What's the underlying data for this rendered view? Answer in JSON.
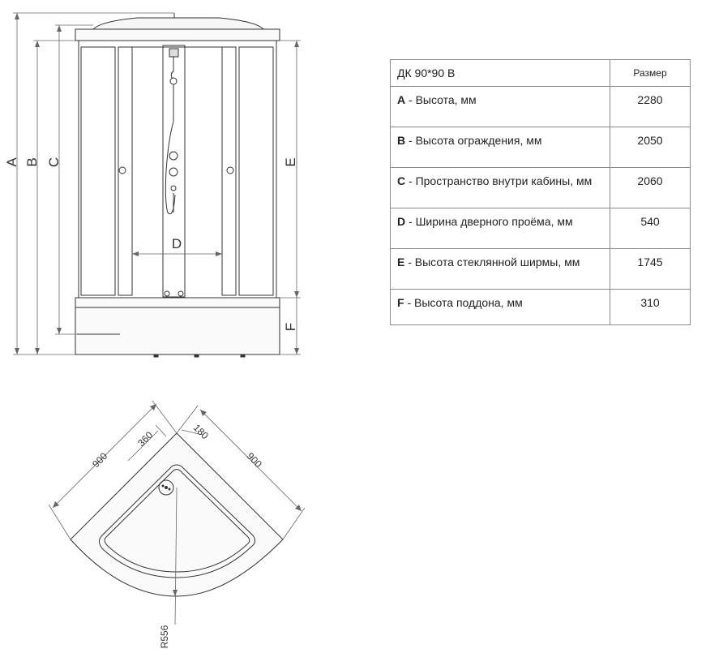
{
  "table": {
    "title": "ДК 90*90 В",
    "size_header": "Размер",
    "rows": [
      {
        "key": "A",
        "label": " - Высота, мм",
        "value": "2280"
      },
      {
        "key": "B",
        "label": " - Высота ограждения, мм",
        "value": "2050"
      },
      {
        "key": "C",
        "label": " - Пространство внутри кабины, мм",
        "value": "2060"
      },
      {
        "key": "D",
        "label": " - Ширина дверного проёма, мм",
        "value": "540"
      },
      {
        "key": "E",
        "label": " - Высота стеклянной ширмы, мм",
        "value": "1745"
      },
      {
        "key": "F",
        "label": " - Высота поддона, мм",
        "value": "310"
      }
    ]
  },
  "front_view": {
    "dim_labels": {
      "a": "A",
      "b": "B",
      "c": "C",
      "d": "D",
      "e": "E",
      "f": "F"
    }
  },
  "top_view": {
    "width_left": "900",
    "width_right": "900",
    "offset_360": "360",
    "offset_180": "180",
    "radius": "R556"
  }
}
